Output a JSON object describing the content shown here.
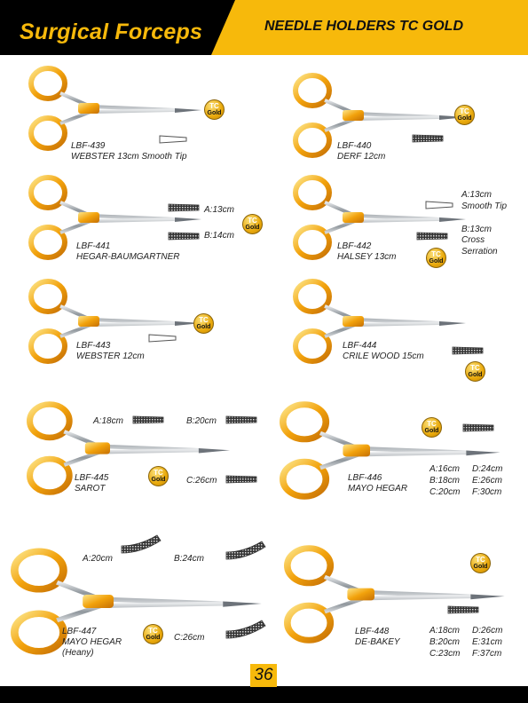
{
  "header": {
    "left_title": "Surgical Forceps",
    "right_title": "NEEDLE HOLDERS TC GOLD"
  },
  "badge": {
    "top": "TC",
    "bottom": "Gold"
  },
  "colors": {
    "gold": "#f7b90b",
    "black": "#000000",
    "steel": "#9aa0a6"
  },
  "page_number": "36",
  "products": [
    {
      "code": "LBF-439",
      "name": "WEBSTER   13cm Smooth Tip",
      "extra": []
    },
    {
      "code": "LBF-440",
      "name": "DERF    12cm",
      "extra": []
    },
    {
      "code": "LBF-441",
      "name": "HEGAR-BAUMGARTNER",
      "extra": [
        "A:13cm",
        "B:14cm"
      ]
    },
    {
      "code": "LBF-442",
      "name": "HALSEY   13cm",
      "extra": [
        "A:13cm",
        "Smooth Tip",
        "B:13cm",
        "Cross",
        "Serration"
      ]
    },
    {
      "code": "LBF-443",
      "name": "WEBSTER  12cm",
      "extra": []
    },
    {
      "code": "LBF-444",
      "name": "CRILE WOOD  15cm",
      "extra": []
    },
    {
      "code": "LBF-445",
      "name": "SAROT",
      "extra": [
        "A:18cm",
        "B:20cm",
        "C:26cm"
      ]
    },
    {
      "code": "LBF-446",
      "name": "MAYO HEGAR",
      "extra": [
        "A:16cm",
        "D:24cm",
        "B:18cm",
        "E:26cm",
        "C:20cm",
        "F:30cm"
      ]
    },
    {
      "code": "LBF-447",
      "name": "MAYO HEGAR",
      "name2": "(Heany)",
      "extra": [
        "A:20cm",
        "B:24cm",
        "C:26cm"
      ]
    },
    {
      "code": "LBF-448",
      "name": "DE-BAKEY",
      "extra": [
        "A:18cm",
        "D:26cm",
        "B:20cm",
        "E:31cm",
        "C:23cm",
        "F:37cm"
      ]
    }
  ]
}
